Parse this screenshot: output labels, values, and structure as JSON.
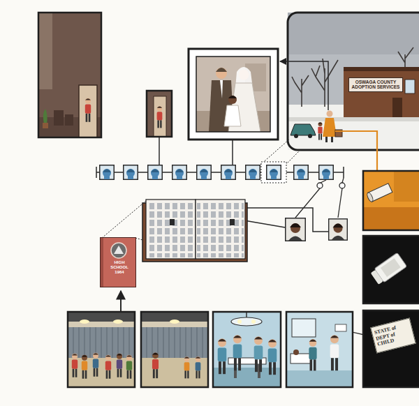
{
  "diagram": {
    "nodes": [
      {
        "text": [
          "OSWAGA COUNTY ADOPTION SERVICES"
        ]
      },
      {
        "text": [
          "HIGH SCHOOL",
          "1964"
        ]
      },
      {
        "text": [
          "STATE of",
          "DEPT of CHILD"
        ]
      }
    ]
  }
}
